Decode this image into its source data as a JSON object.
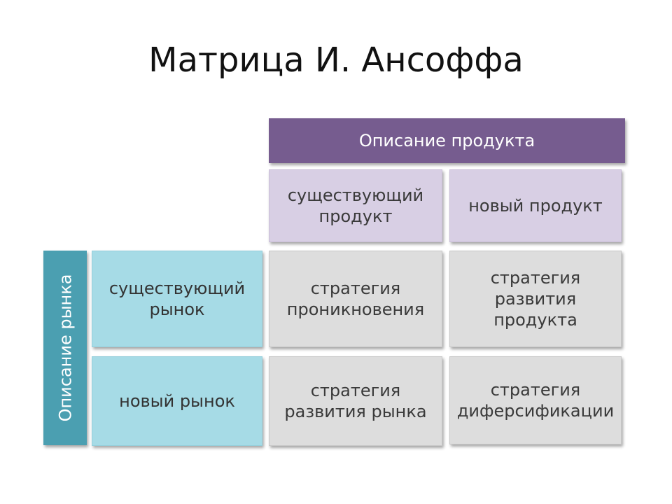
{
  "title": "Матрица И. Ансоффа",
  "product": {
    "header": "Описание продукта",
    "existing": "существующий\nпродукт",
    "new": "новый продукт"
  },
  "market": {
    "header": "Описание рынка",
    "existing": "существующий\nрынок",
    "new": "новый рынок"
  },
  "strategies": {
    "existing_market_existing_product": "стратегия\nпроникновения",
    "existing_market_new_product": "стратегия\nразвития\nпродукта",
    "new_market_existing_product": "стратегия\nразвития рынка",
    "new_market_new_product": "стратегия\nдиферсификации"
  },
  "colors": {
    "product_header": "#765c8f",
    "product_cells": "#d8cfe4",
    "market_header": "#4b9fb1",
    "market_cells": "#a6dbe6",
    "strategy_cells": "#dddddd"
  }
}
